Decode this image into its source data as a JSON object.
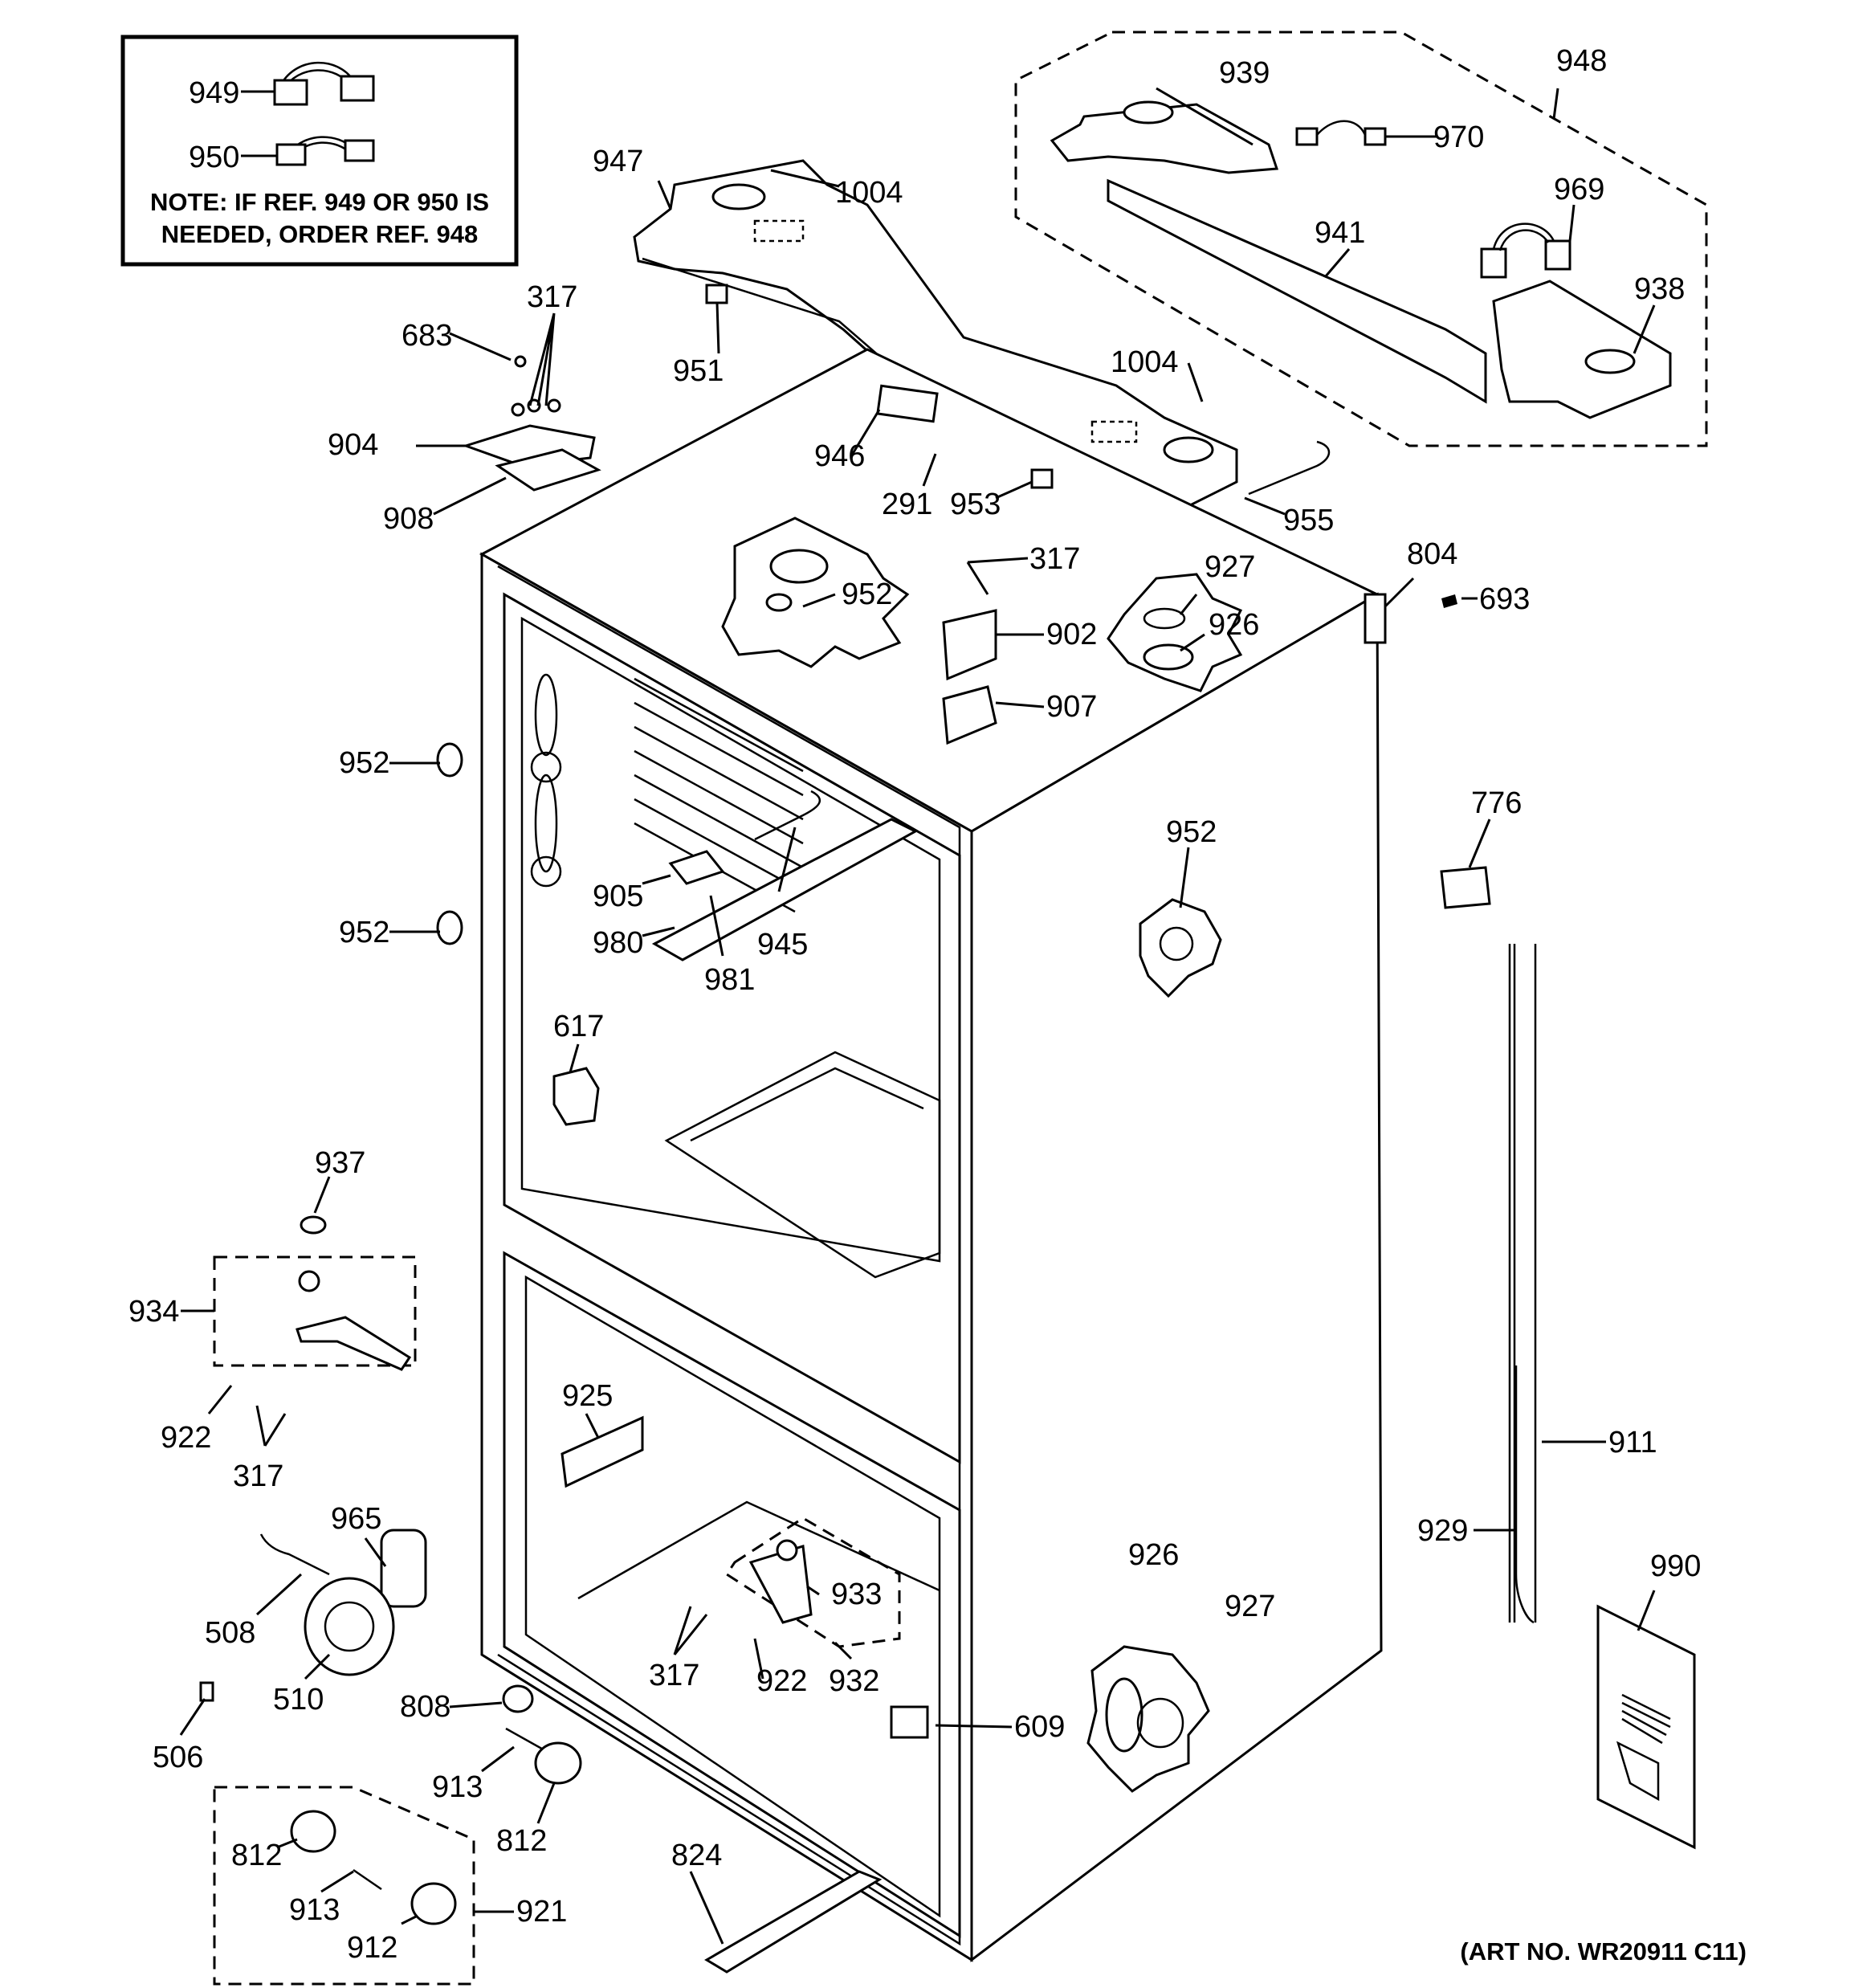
{
  "note": {
    "line1": "NOTE: IF REF. 949 OR 950 IS",
    "line2": "NEEDED, ORDER REF. 948"
  },
  "art_number": "(ART NO. WR20911 C11)",
  "callouts": {
    "c949": "949",
    "c950": "950",
    "c947": "947",
    "c1004a": "1004",
    "c1004b": "1004",
    "c939": "939",
    "c948": "948",
    "c970": "970",
    "c969": "969",
    "c941": "941",
    "c938": "938",
    "c317a": "317",
    "c317b": "317",
    "c317c": "317",
    "c317d": "317",
    "c683": "683",
    "c904": "904",
    "c908": "908",
    "c951": "951",
    "c946": "946",
    "c291": "291",
    "c953": "953",
    "c955": "955",
    "c952a": "952",
    "c952b": "952",
    "c952c": "952",
    "c952d": "952",
    "c902": "902",
    "c907": "907",
    "c927a": "927",
    "c927b": "927",
    "c926a": "926",
    "c926b": "926",
    "c804": "804",
    "c693": "693",
    "c776": "776",
    "c905": "905",
    "c980": "980",
    "c981": "981",
    "c945": "945",
    "c617": "617",
    "c937": "937",
    "c934": "934",
    "c922a": "922",
    "c922b": "922",
    "c925": "925",
    "c965": "965",
    "c508": "508",
    "c510": "510",
    "c506": "506",
    "c808": "808",
    "c913a": "913",
    "c913b": "913",
    "c812a": "812",
    "c812b": "812",
    "c912": "912",
    "c921": "921",
    "c933": "933",
    "c932": "932",
    "c609": "609",
    "c824": "824",
    "c911": "911",
    "c929": "929",
    "c990": "990"
  }
}
